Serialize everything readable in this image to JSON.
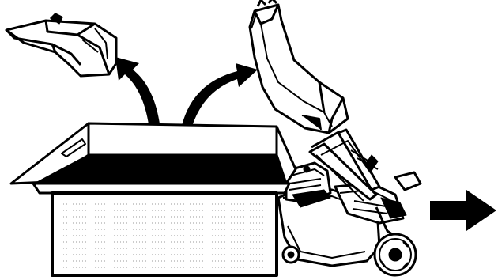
{
  "figure": {
    "parts": [
      "mulching-plug",
      "grass-catcher-bag",
      "shipping-carton",
      "lawn-mower"
    ],
    "arrows": [
      "arrow-out-left",
      "arrow-out-right",
      "arrow-pull-right"
    ],
    "colors": {
      "ink": "#000000",
      "paper": "#ffffff"
    }
  }
}
